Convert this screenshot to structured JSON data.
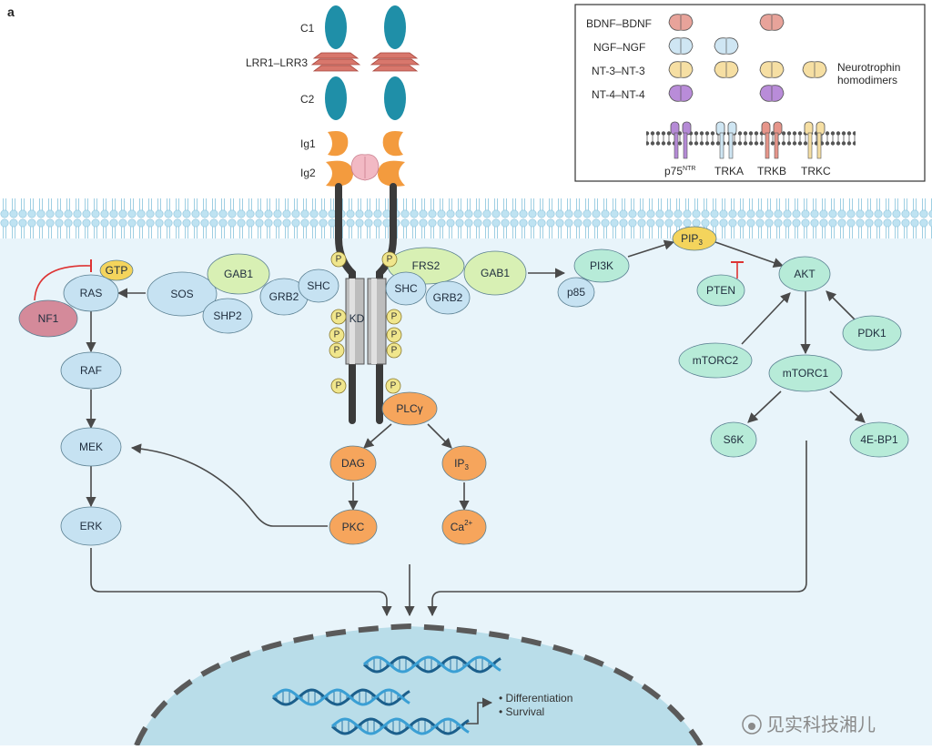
{
  "panel_label": "a",
  "receptor_domains": {
    "c1": "C1",
    "lrr": "LRR1–LRR3",
    "c2": "C2",
    "ig1": "Ig1",
    "ig2": "Ig2",
    "kd": "KD",
    "phospho": "P"
  },
  "legend": {
    "rows": [
      "BDNF–BDNF",
      "NGF–NGF",
      "NT-3–NT-3",
      "NT-4–NT-4"
    ],
    "note_line1": "Neurotrophin",
    "note_line2": "homodimers",
    "receptors": [
      "p75",
      "TRKA",
      "TRKB",
      "TRKC"
    ],
    "p75_superscript": "NTR",
    "colors": {
      "bdnf": "#e8a39a",
      "ngf": "#cfe6f3",
      "nt3": "#f6dfa3",
      "nt4": "#b98cd9",
      "p75": "#b58ad6",
      "trka": "#cfe6f3",
      "trkb": "#e6958a",
      "trkc": "#f6dfa3"
    }
  },
  "nodes": {
    "gtp": "GTP",
    "ras": "RAS",
    "nf1": "NF1",
    "sos": "SOS",
    "gab1_left": "GAB1",
    "shp2": "SHP2",
    "grb2_left": "GRB2",
    "shc_left": "SHC",
    "frs2": "FRS2",
    "gab1_right": "GAB1",
    "shc_right": "SHC",
    "grb2_right": "GRB2",
    "raf": "RAF",
    "mek": "MEK",
    "erk": "ERK",
    "plcg": "PLCγ",
    "dag": "DAG",
    "ip3": "IP",
    "ip3_sub": "3",
    "pkc": "PKC",
    "ca": "Ca",
    "ca_sup": "2+",
    "pi3k": "PI3K",
    "p85": "p85",
    "pip3": "PIP",
    "pip3_sub": "3",
    "pten": "PTEN",
    "akt": "AKT",
    "pdk1": "PDK1",
    "mtorc2": "mTORC2",
    "mtorc1": "mTORC1",
    "s6k": "S6K",
    "ebp1": "4E-BP1"
  },
  "outcomes": [
    "Differentiation",
    "Survival"
  ],
  "watermark": "见实科技湘儿",
  "colors": {
    "blue_node": "#c6e2f2",
    "green_node": "#b7ebd8",
    "orange_node": "#f6a55c",
    "light_green": "#d8f0b4",
    "yellow": "#f4d45c",
    "nf1": "#d48a9a",
    "membrane": "#cde9f5",
    "cytoplasm": "#e8f4fa",
    "teal_domain": "#1f8fa8",
    "receptor_stem": "#3b3b3b"
  }
}
